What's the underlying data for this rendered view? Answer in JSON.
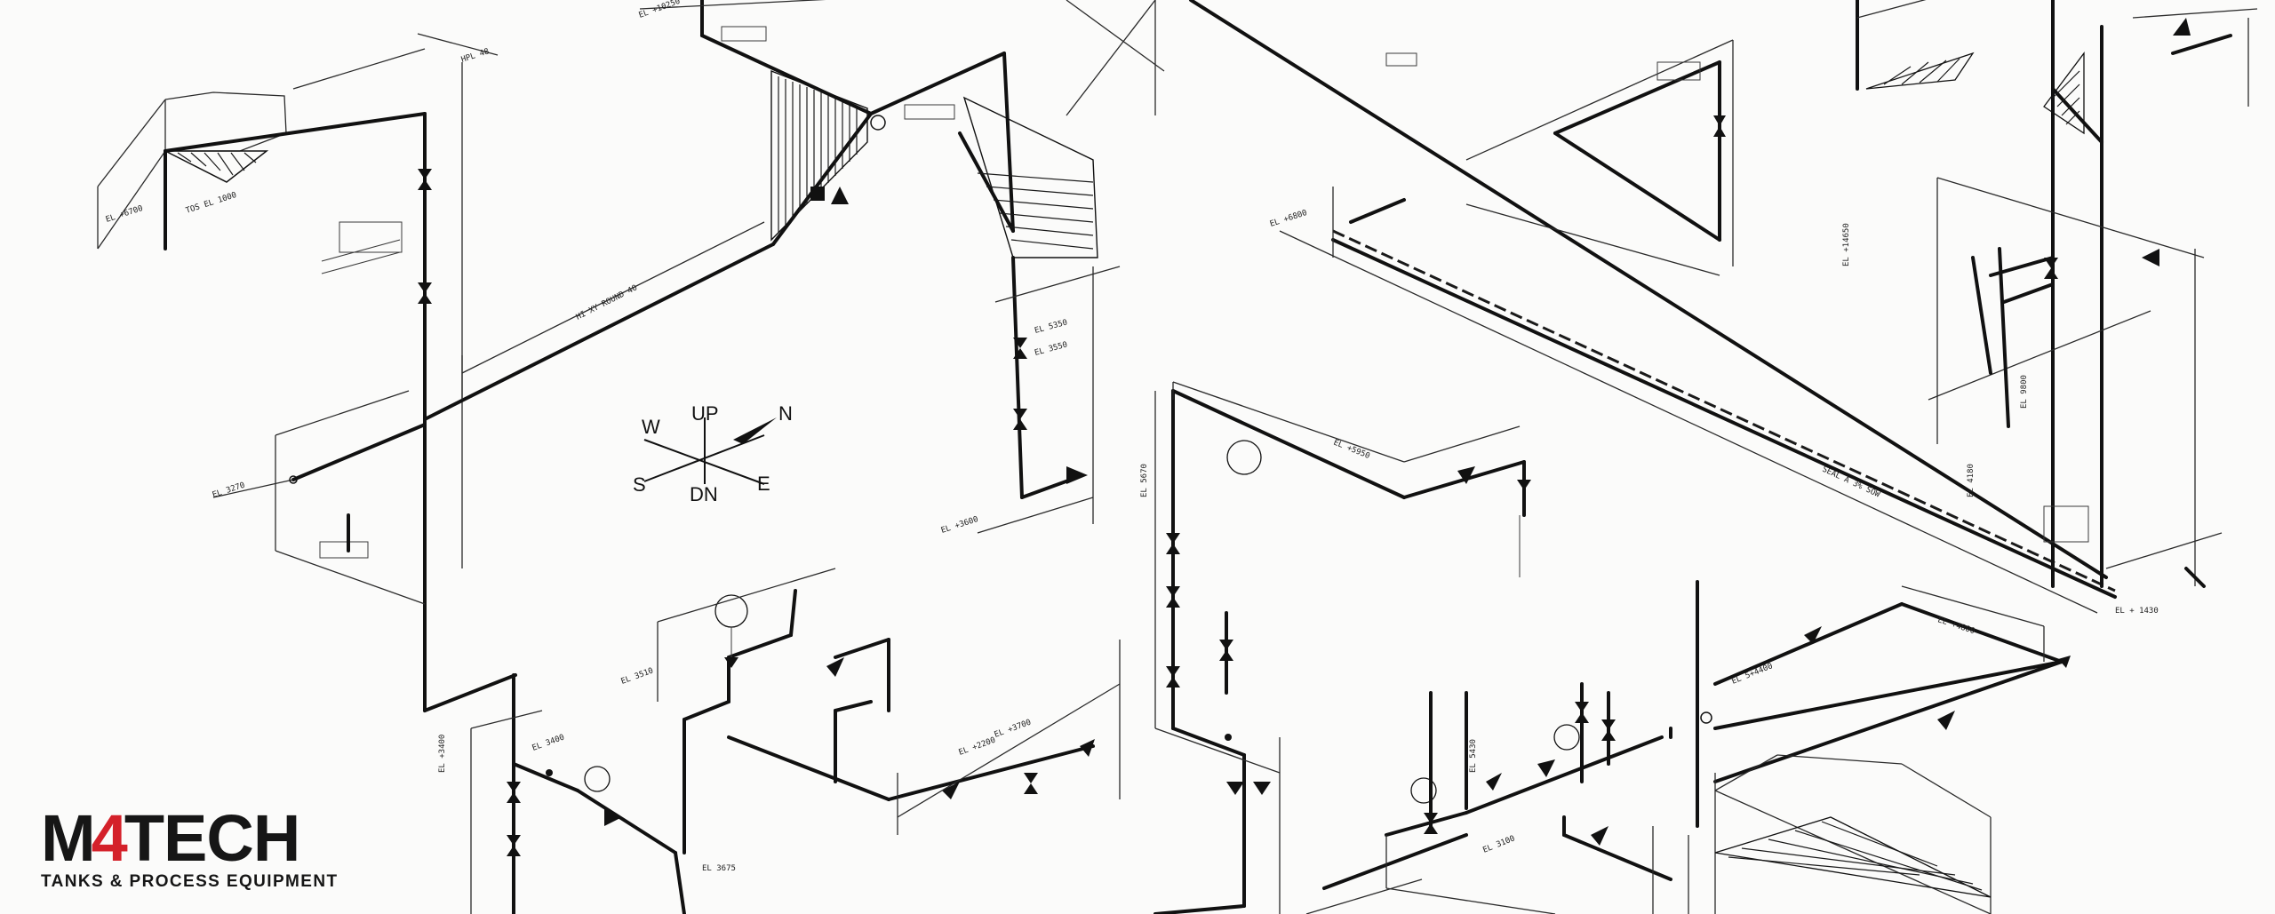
{
  "compass": {
    "up": "UP",
    "down": "DN",
    "north": "N",
    "south": "S",
    "east": "E",
    "west": "W"
  },
  "logo": {
    "letter_m": "M",
    "digit_4": "4",
    "letters_tech": "TECH",
    "tagline": "TANKS & PROCESS EQUIPMENT"
  },
  "colors": {
    "background": "#fbfbfa",
    "linework": "#111111",
    "logo_accent": "#d4212a",
    "logo_text": "#161616"
  }
}
